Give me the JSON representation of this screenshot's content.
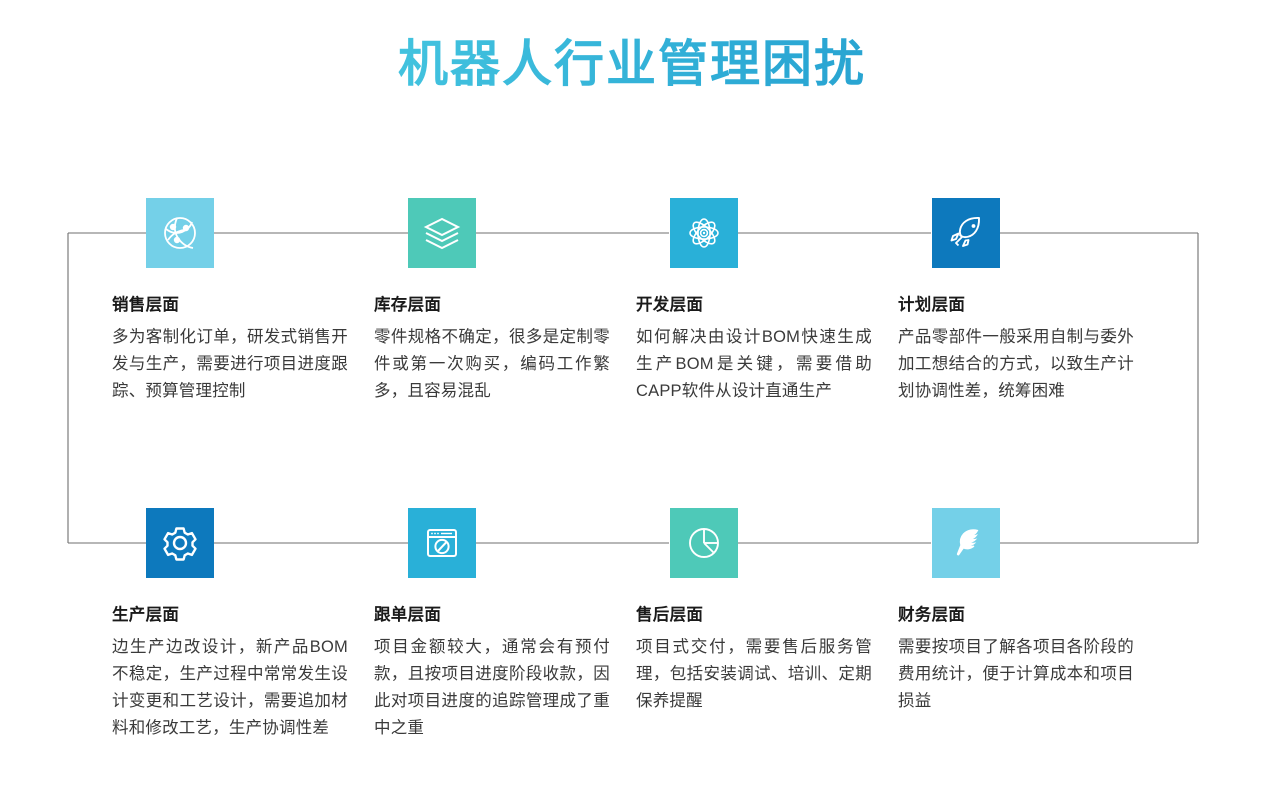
{
  "page": {
    "title": "机器人行业管理困扰",
    "title_gradient_from": "#5ad2e8",
    "title_gradient_to": "#1f93c6",
    "background": "#ffffff",
    "connector_color": "#6f6f6f"
  },
  "items": [
    {
      "icon": "globe-network-icon",
      "icon_bg": "#74d0e8",
      "title": "销售层面",
      "desc": "多为客制化订单，研发式销售开发与生产，需要进行项目进度跟踪、预算管理控制"
    },
    {
      "icon": "layers-stack-icon",
      "icon_bg": "#4ec9b8",
      "title": "库存层面",
      "desc": "零件规格不确定，很多是定制零件或第一次购买，编码工作繁多，且容易混乱"
    },
    {
      "icon": "atom-molecule-icon",
      "icon_bg": "#29b0d8",
      "title": "开发层面",
      "desc": "如何解决由设计BOM快速生成生产BOM是关键，需要借助CAPP软件从设计直通生产"
    },
    {
      "icon": "rocket-icon",
      "icon_bg": "#0d79bd",
      "title": "计划层面",
      "desc": "产品零部件一般采用自制与委外加工想结合的方式，以致生产计划协调性差，统筹困难"
    },
    {
      "icon": "gear-icon",
      "icon_bg": "#0d79bd",
      "title": "生产层面",
      "desc": "边生产边改设计，新产品BOM不稳定，生产过程中常常发生设计变更和工艺设计，需要追加材料和修改工艺，生产协调性差"
    },
    {
      "icon": "browser-compass-icon",
      "icon_bg": "#29b0d8",
      "title": "跟单层面",
      "desc": "项目金额较大，通常会有预付款，且按项目进度阶段收款，因此对项目进度的追踪管理成了重中之重"
    },
    {
      "icon": "pie-chart-icon",
      "icon_bg": "#4ec9b8",
      "title": "售后层面",
      "desc": "项目式交付，需要售后服务管理，包括安装调试、培训、定期保养提醒"
    },
    {
      "icon": "feather-icon",
      "icon_bg": "#74d0e8",
      "title": "财务层面",
      "desc": "需要按项目了解各项目各阶段的费用统计，便于计算成本和项目损益"
    }
  ]
}
